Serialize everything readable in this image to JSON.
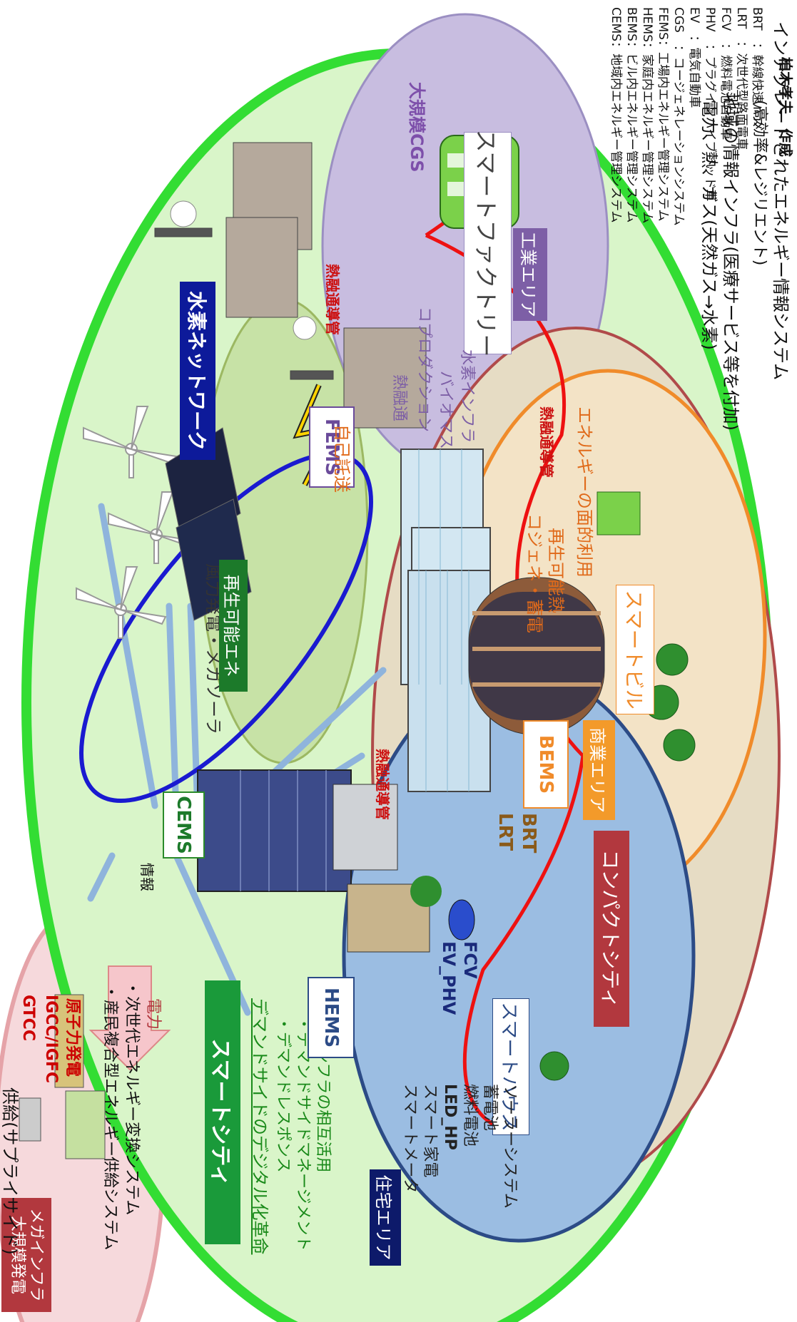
{
  "colors": {
    "city_outline": "#33dd33",
    "city_fill": "#d9f5c9",
    "hydrogen_ring": "#1a1ad0",
    "heat_pipe": "#ee1111",
    "arrow_blue": "#8fb4dc",
    "label_dark_green": "#1c7a2a",
    "label_navy": "#0d1a7a",
    "label_red": "#b2383e",
    "label_purple": "#7d5fa6",
    "label_orange": "#f39a2a"
  },
  "supply": {
    "mega_infra_line1": "メガインフラ",
    "mega_infra_line2": "大規模発電",
    "gtcc": "GTCC",
    "igcc": "IGCC/IGFC",
    "nuclear": "原子力発電",
    "heading": "供給(サプライサイド)",
    "bullet1": "・次世代エネルギー変換システム",
    "bullet2": "・産民複合型エネルギー供給システム",
    "power_arrow": "電力",
    "info_label": "情報"
  },
  "smart_city": {
    "title": "スマートシティ",
    "demand_heading": "デマンドサイドのデジタル化革命",
    "bullet1": "・デマンドレスポンス",
    "bullet2": "・デマンドサイドマネージメント",
    "bullet3": "・インフラの相互活用"
  },
  "nodes": {
    "cems": "CEMS",
    "hems": "HEMS",
    "bems": "BEMS",
    "fems": "FEMS"
  },
  "renewable": {
    "caption": "風力発電・メガソーラ",
    "label": "再生可能エネ"
  },
  "hydrogen": {
    "label": "水素ネットワーク"
  },
  "residential": {
    "area_label": "住宅エリア",
    "items": [
      "スマートメータ",
      "スマート家電",
      "LED_HP",
      "燃料電池",
      "蓄電池",
      "ソーラーシステム"
    ],
    "ev_phv": "EV_PHV",
    "fcv": "FCV",
    "smart_house": "スマートハウス"
  },
  "compact_city": {
    "label": "コンパクトシティ",
    "lrt": "LRT",
    "brt": "BRT"
  },
  "commercial": {
    "area_label": "商業エリア",
    "cogen": "コジェネ・蓄電",
    "renew_heat": "再生可能熱",
    "area_energy": "エネルギーの面的利用",
    "smart_building": "スマートビル"
  },
  "industrial": {
    "cgs": "大規模CGS",
    "smart_factory": "スマートファクトリー",
    "area_label": "工業エリア",
    "heat_line1": "熱融通",
    "heat_line2": "コプロダクション",
    "heat_line3": "バイオマス",
    "heat_line4": "水素インフラ",
    "self_wheeling": "自己託送"
  },
  "heat_pipe_label": "熱融通導管",
  "header": {
    "line1": "インテグレートされたエネルギー情報システム",
    "line2": "(高効率&レジリエント)",
    "line3": "地域の情報インフラ(医療サービス等を付加)",
    "line4": "電力、熱、ガス(天然ガス→水素)"
  },
  "glossary": [
    "CEMS：地域内エネルギー管理システム",
    "BEMS：ビル内エネルギー管理システム",
    "HEMS：家庭内エネルギー管理システム",
    "FEMS：工場内エネルギー管理システム",
    "CGS　：コージェネレーションシステム",
    "EV　：電気自動車",
    "PHV　：プラグインハイブリッド車",
    "FCV　：燃料電池自動車",
    "LRT　：次世代型路面電車",
    "BRT　：幹線快速バス"
  ],
  "author": "柏木孝夫　作成"
}
